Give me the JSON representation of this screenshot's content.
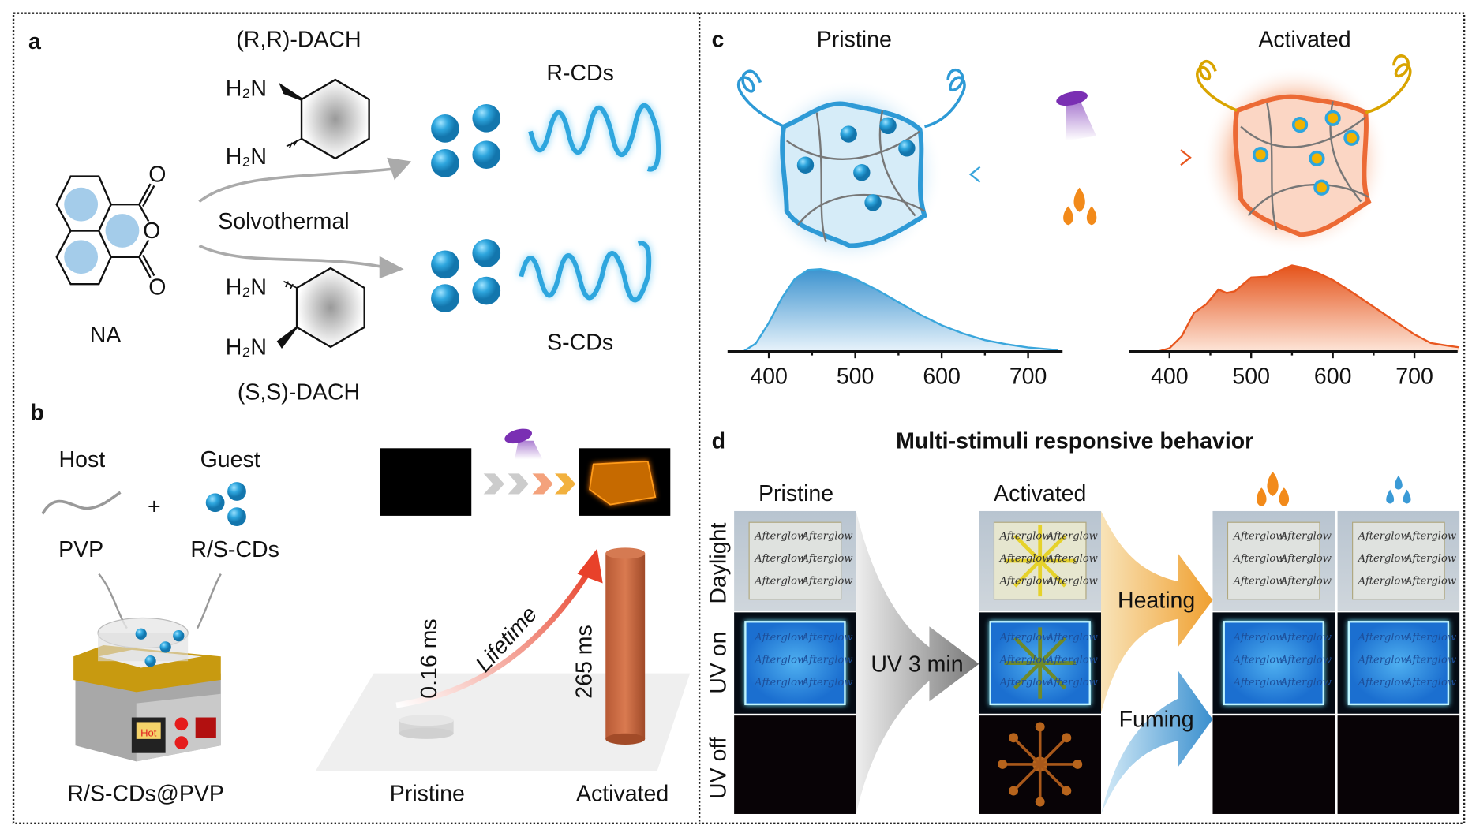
{
  "panels": {
    "a": "a",
    "b": "b",
    "c": "c",
    "d": "d"
  },
  "panel_a": {
    "rr_dach": "(R,R)-DACH",
    "ss_dach": "(S,S)-DACH",
    "h2n": "H₂N",
    "oxygen": "O",
    "na": "NA",
    "process": "Solvothermal",
    "r_cds": "R-CDs",
    "s_cds": "S-CDs"
  },
  "panel_b": {
    "host": "Host",
    "guest": "Guest",
    "plus": "+",
    "pvp": "PVP",
    "rs_cds": "R/S-CDs",
    "composite": "R/S-CDs@PVP",
    "hot": "Hot",
    "lifetime": "Lifetime",
    "pristine_lifetime": "0.16 ms",
    "activated_lifetime": "265 ms",
    "pristine": "Pristine",
    "activated": "Activated"
  },
  "panel_c": {
    "pristine": "Pristine",
    "activated": "Activated"
  },
  "panel_d": {
    "title": "Multi-stimuli responsive behavior",
    "col_pristine": "Pristine",
    "col_activated": "Activated",
    "rows": [
      "Daylight",
      "UV on",
      "UV off"
    ],
    "uv_step": "UV 3 min",
    "heating": "Heating",
    "fuming": "Fuming",
    "sample_text": "Afterglow"
  },
  "colors": {
    "blue": "#3aa6dc",
    "orange": "#e8571f",
    "gold": "#d9a400"
  },
  "chart_data": [
    {
      "type": "area",
      "title": "Pristine",
      "xlabel": "",
      "ylabel": "",
      "xlim": [
        355,
        735
      ],
      "xticks": [
        400,
        500,
        600,
        700
      ],
      "x": [
        370,
        385,
        400,
        415,
        430,
        445,
        460,
        480,
        500,
        525,
        550,
        575,
        600,
        625,
        650,
        675,
        700,
        735
      ],
      "y": [
        0,
        0.1,
        0.35,
        0.65,
        0.88,
        0.99,
        1.0,
        0.96,
        0.88,
        0.75,
        0.6,
        0.45,
        0.32,
        0.22,
        0.14,
        0.09,
        0.05,
        0.02
      ]
    },
    {
      "type": "area",
      "title": "Activated",
      "xlabel": "",
      "ylabel": "",
      "xlim": [
        355,
        755
      ],
      "xticks": [
        400,
        500,
        600,
        700
      ],
      "x": [
        385,
        400,
        415,
        430,
        445,
        460,
        470,
        480,
        500,
        520,
        530,
        550,
        565,
        580,
        600,
        625,
        650,
        675,
        700,
        720,
        740,
        755
      ],
      "y": [
        0,
        0.04,
        0.18,
        0.45,
        0.55,
        0.72,
        0.68,
        0.7,
        0.86,
        0.87,
        0.92,
        1.0,
        0.97,
        0.92,
        0.83,
        0.68,
        0.52,
        0.36,
        0.2,
        0.1,
        0.07,
        0.05
      ]
    }
  ]
}
